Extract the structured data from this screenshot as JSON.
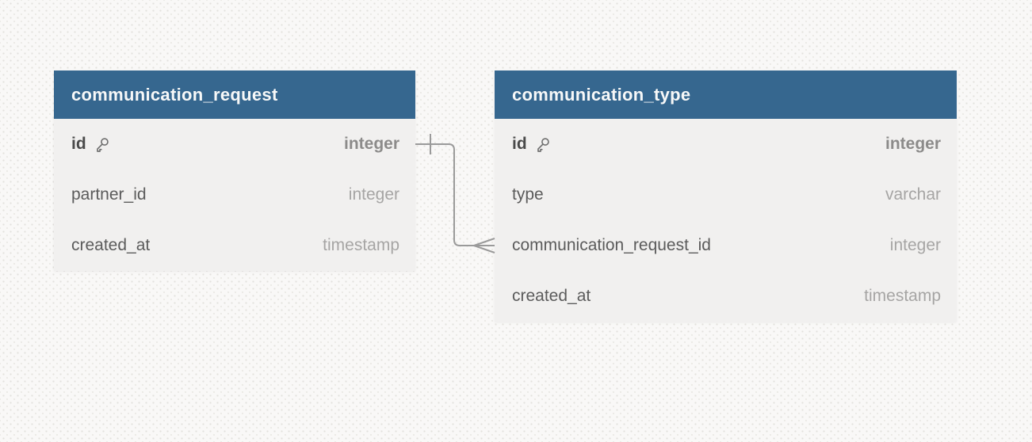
{
  "page": {
    "background_color": "#f9f8f7",
    "texture": "subtle-diagonal-dot-grid"
  },
  "colors": {
    "table_header": "#36678f",
    "table_body": "#f1f0ef",
    "header_text": "#f7f8f8",
    "field_name": "#5b5b5b",
    "field_name_pk": "#4a4a4a",
    "field_type": "#a6a5a4",
    "field_type_pk": "#8c8b8a",
    "connector_line": "#9a9a9a",
    "key_icon": "#6e6e6e"
  },
  "tables": [
    {
      "name": "communication_request",
      "fields": [
        {
          "name": "id",
          "type": "integer",
          "primary_key": true
        },
        {
          "name": "partner_id",
          "type": "integer",
          "primary_key": false
        },
        {
          "name": "created_at",
          "type": "timestamp",
          "primary_key": false
        }
      ]
    },
    {
      "name": "communication_type",
      "fields": [
        {
          "name": "id",
          "type": "integer",
          "primary_key": true
        },
        {
          "name": "type",
          "type": "varchar",
          "primary_key": false
        },
        {
          "name": "communication_request_id",
          "type": "integer",
          "primary_key": false
        },
        {
          "name": "created_at",
          "type": "timestamp",
          "primary_key": false
        }
      ]
    }
  ],
  "relationship": {
    "cardinality": "one-to-many",
    "one_side": "communication_request.id",
    "many_side": "communication_type.communication_request_id"
  }
}
